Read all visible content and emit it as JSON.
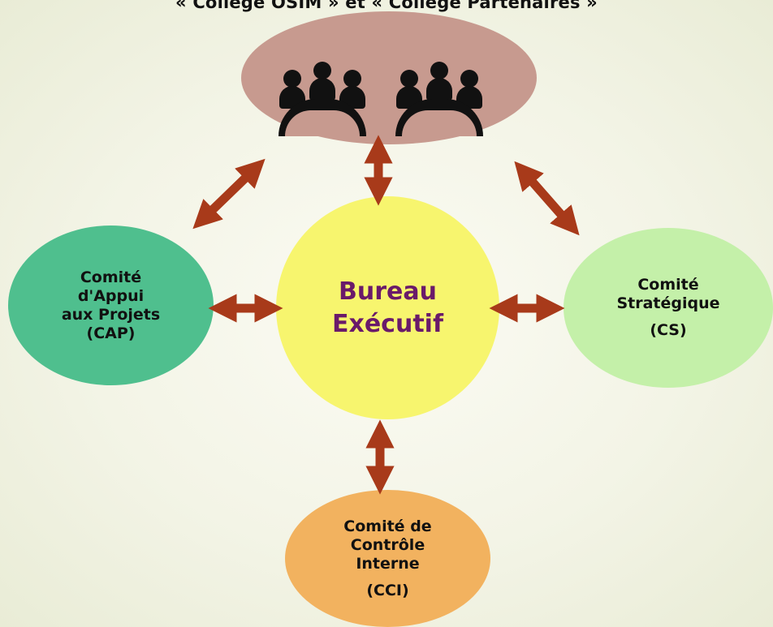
{
  "header": {
    "caption": "« Collège OSIM » et « Collège Partenaires »"
  },
  "nodes": {
    "top": {
      "icon": "meeting-group-icon",
      "color": "#c79a8f"
    },
    "center": {
      "line1": "Bureau",
      "line2": "Exécutif",
      "color": "#f7f56e",
      "text_color": "#6a1a6a"
    },
    "left": {
      "line1": "Comité",
      "line2": "d'Appui",
      "line3": "aux Projets",
      "line4": "(CAP)",
      "color": "#4fbf8e"
    },
    "right": {
      "line1": "Comité",
      "line2": "Stratégique",
      "line3": "(CS)",
      "color": "#c4f0a9"
    },
    "bottom": {
      "line1": "Comité de",
      "line2": "Contrôle",
      "line3": "Interne",
      "line4": "(CCI)",
      "color": "#f2b25f"
    }
  },
  "arrows": {
    "color": "#a83a1a"
  }
}
